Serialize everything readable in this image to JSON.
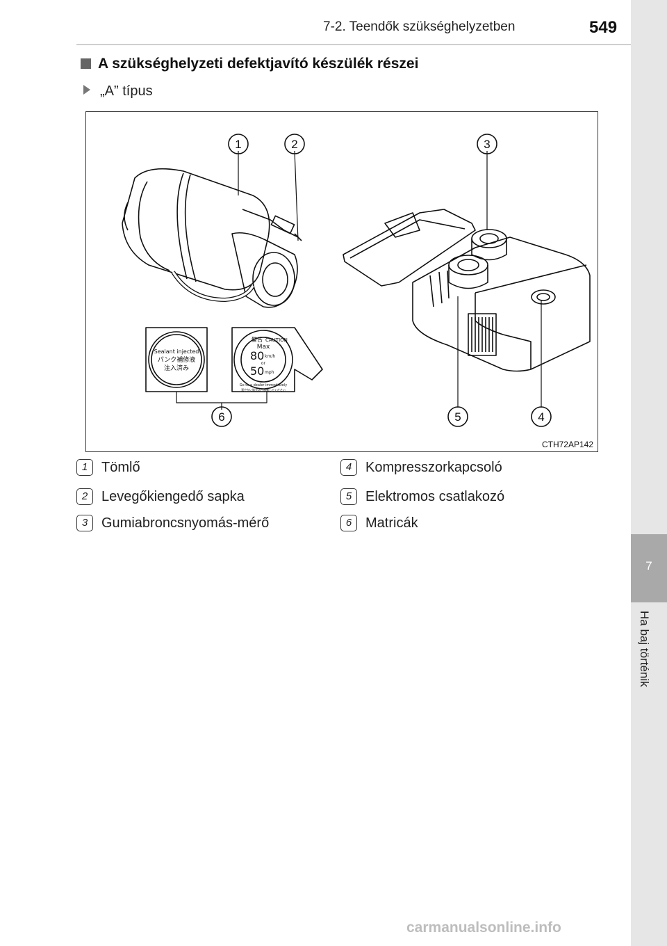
{
  "header": {
    "title": "7-2. Teendők szükséghelyzetben",
    "page_number": "549"
  },
  "side_tab": {
    "chapter": "7",
    "label": "Ha baj történik"
  },
  "section": {
    "heading": "A szükséghelyzeti defektjavító készülék részei",
    "subheading": "„A” típus"
  },
  "figure": {
    "code": "CTH72AP142",
    "callouts": [
      "1",
      "2",
      "3",
      "4",
      "5",
      "6"
    ],
    "sticker_left": {
      "line1": "Sealant injected",
      "line2": "パンク補修液",
      "line3": "注入済み"
    },
    "sticker_right": {
      "warning": "警告",
      "caution": "CAUTION",
      "max": "Max",
      "speed1": "80",
      "unit1": "km/h",
      "or": "or",
      "speed2": "50",
      "unit2": "mph",
      "note_en": "Go to a dealer immediately",
      "note_jp": "速やかに販売店へ移動してください"
    }
  },
  "legend": [
    {
      "num": "1",
      "label": "Tömlő"
    },
    {
      "num": "2",
      "label": "Levegőkiengedő sapka"
    },
    {
      "num": "3",
      "label": "Gumiabroncsnyomás-mérő"
    },
    {
      "num": "4",
      "label": "Kompresszorkapcsoló"
    },
    {
      "num": "5",
      "label": "Elektromos csatlakozó"
    },
    {
      "num": "6",
      "label": "Matricák"
    }
  ],
  "watermark": "carmanualsonline.info"
}
